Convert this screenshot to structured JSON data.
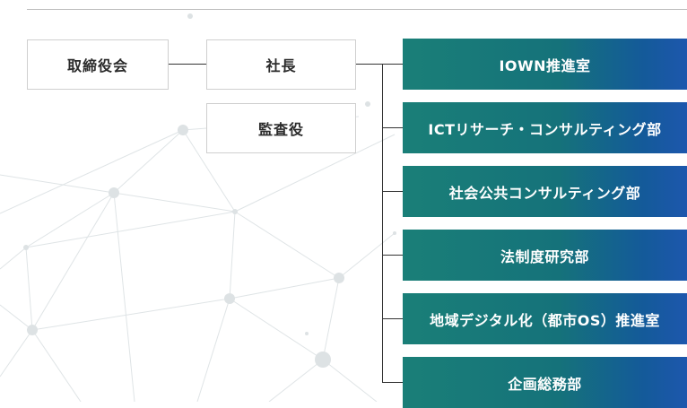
{
  "org": {
    "board": "取締役会",
    "president": "社長",
    "auditor": "監査役"
  },
  "departments": [
    "IOWN推進室",
    "ICTリサーチ・コンサルティング部",
    "社会公共コンサルティング部",
    "法制度研究部",
    "地域デジタル化（都市OS）推進室",
    "企画総務部"
  ],
  "colors": {
    "dept_start": "#1a7f78",
    "dept_end": "#1d57ad",
    "box_border": "#cfcfcf",
    "text": "#2b2b2b",
    "network": "#d8dde0"
  }
}
